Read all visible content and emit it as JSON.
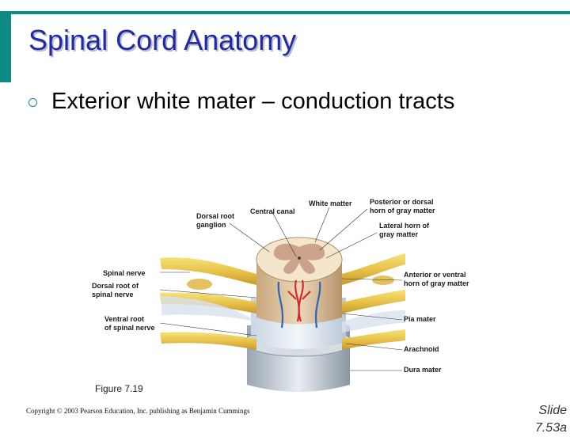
{
  "slide": {
    "title": "Spinal Cord Anatomy",
    "bullet": "Exterior white mater – conduction tracts",
    "caption": "Figure 7.19",
    "copyright": "Copyright © 2003 Pearson Education, Inc. publishing as Benjamin Cummings",
    "slide_number_line1": "Slide",
    "slide_number_line2": "7.53a"
  },
  "figure": {
    "labels": {
      "dorsal_root_ganglion": "Dorsal root\nganglion",
      "central_canal": "Central canal",
      "white_matter": "White matter",
      "posterior_horn": "Posterior or dorsal\nhorn of gray matter",
      "lateral_horn": "Lateral horn of\ngray matter",
      "spinal_nerve": "Spinal nerve",
      "dorsal_root": "Dorsal root of\nspinal nerve",
      "anterior_horn": "Anterior or ventral\nhorn of gray matter",
      "ventral_root": "Ventral root\nof spinal nerve",
      "pia_mater": "Pia mater",
      "arachnoid": "Arachnoid",
      "dura_mater": "Dura mater"
    }
  },
  "colors": {
    "accent": "#0f8a83",
    "title": "#1f2aa8"
  }
}
